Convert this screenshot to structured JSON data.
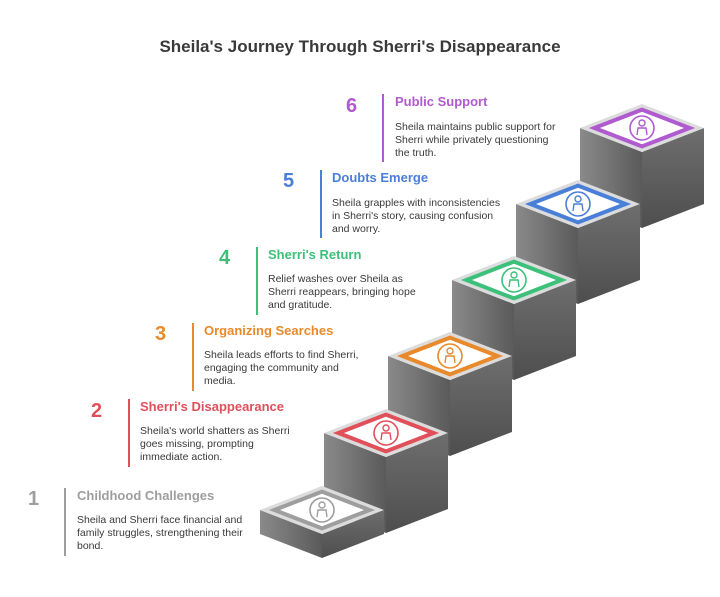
{
  "title": "Sheila's Journey Through Sherri's Disappearance",
  "steps": [
    {
      "number": "1",
      "heading": "Childhood Challenges",
      "description": "Sheila and Sherri face financial and family struggles, strengthening their bond.",
      "color": "#9e9e9e",
      "icon": "parent-child-icon"
    },
    {
      "number": "2",
      "heading": "Sherri's Disappearance",
      "description": "Sheila's world shatters as Sherri goes missing, prompting immediate action.",
      "color": "#e0505a",
      "icon": "running-person-icon"
    },
    {
      "number": "3",
      "heading": "Organizing Searches",
      "description": "Sheila leads efforts to find Sherri, engaging the community and media.",
      "color": "#e88a2c",
      "icon": "group-people-icon"
    },
    {
      "number": "4",
      "heading": "Sherri's Return",
      "description": "Relief washes over Sheila as Sherri reappears, bringing hope and gratitude.",
      "color": "#3cc07a",
      "icon": "reunion-icon"
    },
    {
      "number": "5",
      "heading": "Doubts Emerge",
      "description": "Sheila grapples with inconsistencies in Sherri's story, causing confusion and worry.",
      "color": "#4a7fd8",
      "icon": "confused-person-icon"
    },
    {
      "number": "6",
      "heading": "Public Support",
      "description": "Sheila maintains public support for Sherri while privately questioning the truth.",
      "color": "#b05ad0",
      "icon": "megaphone-person-icon"
    }
  ]
}
